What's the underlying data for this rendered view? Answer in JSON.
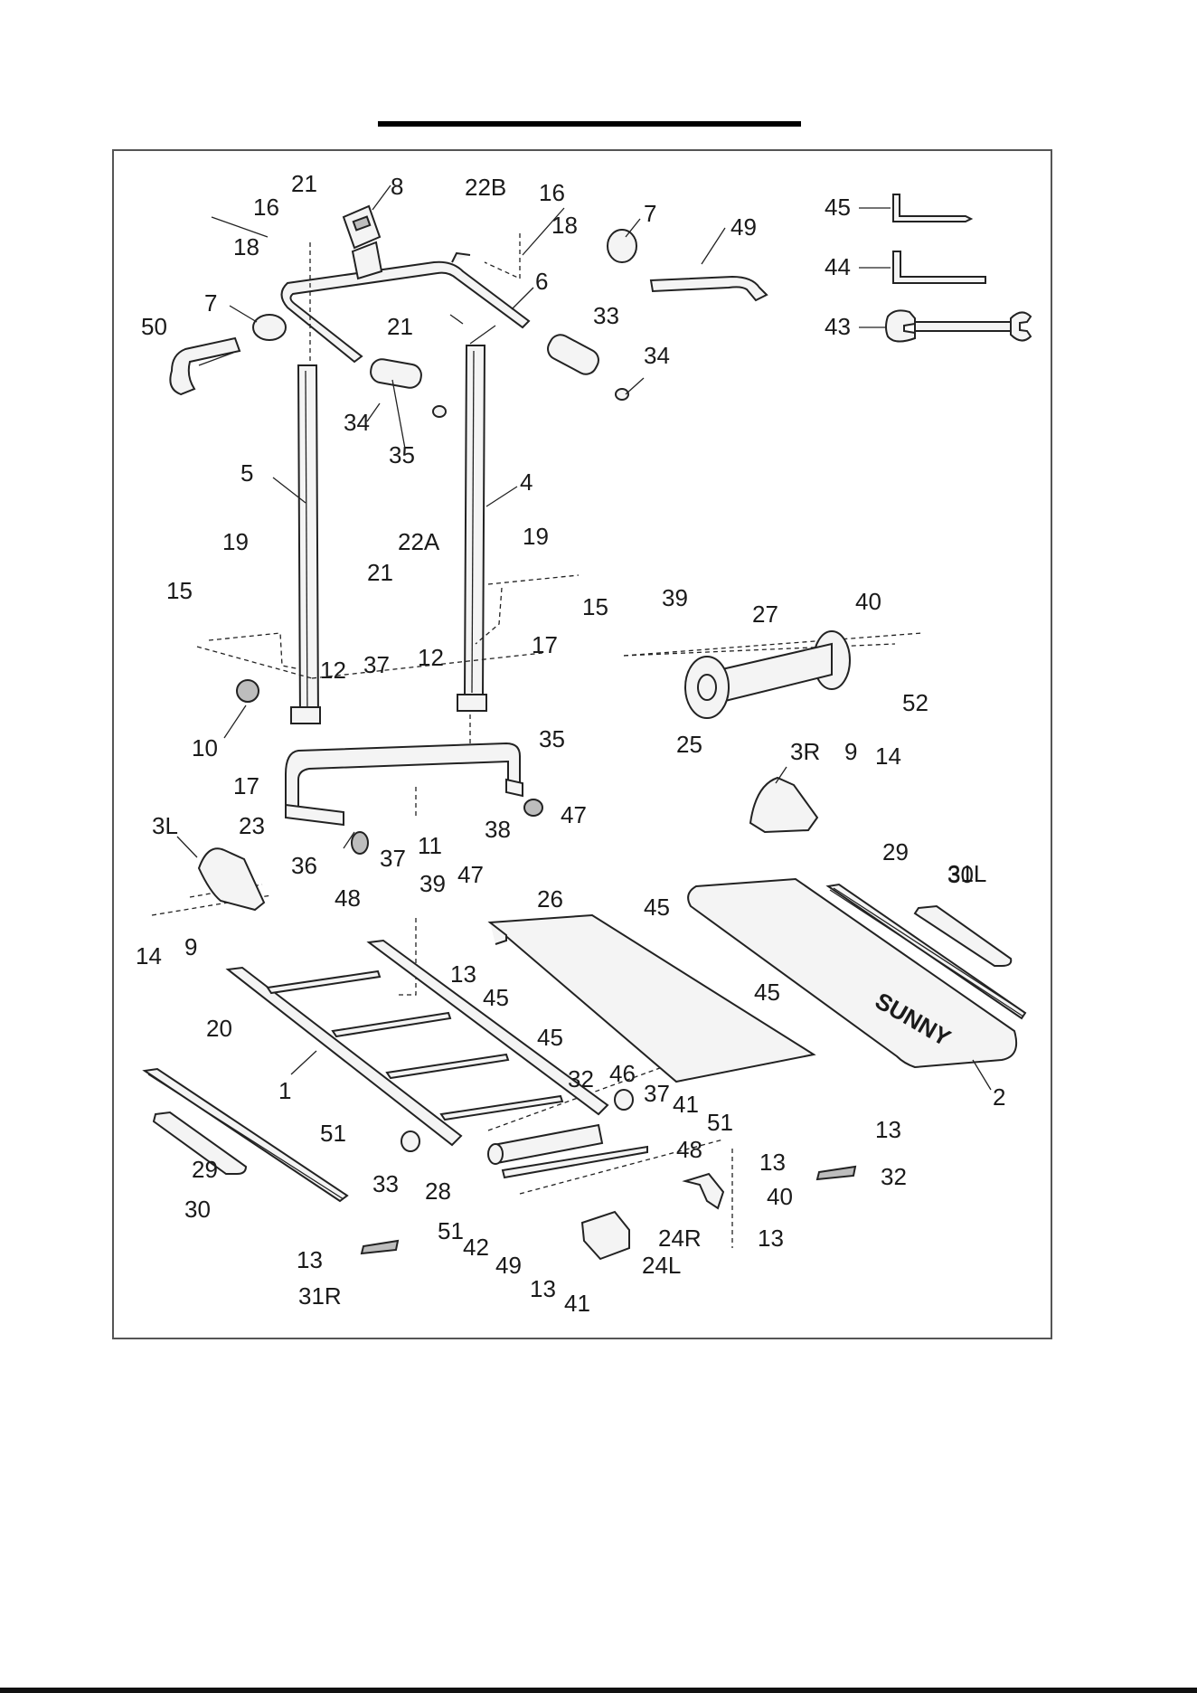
{
  "diagram": {
    "brand_text": "SUNNY",
    "callouts": [
      "1",
      "2",
      "3L",
      "3R",
      "4",
      "5",
      "6",
      "7",
      "7",
      "8",
      "9",
      "9",
      "10",
      "11",
      "12",
      "12",
      "13",
      "13",
      "13",
      "13",
      "13",
      "13",
      "14",
      "14",
      "15",
      "15",
      "16",
      "16",
      "17",
      "17",
      "18",
      "18",
      "19",
      "19",
      "20",
      "21",
      "21",
      "21",
      "22A",
      "22B",
      "23",
      "24L",
      "24R",
      "25",
      "26",
      "27",
      "28",
      "29",
      "29",
      "30",
      "30",
      "31L",
      "31R",
      "32",
      "32",
      "33",
      "33",
      "34",
      "34",
      "35",
      "35",
      "36",
      "37",
      "37",
      "37",
      "38",
      "39",
      "39",
      "40",
      "40",
      "41",
      "41",
      "42",
      "43",
      "44",
      "45",
      "45",
      "45",
      "45",
      "45",
      "46",
      "47",
      "47",
      "48",
      "48",
      "49",
      "49",
      "50",
      "51",
      "51",
      "51",
      "52"
    ],
    "tools": [
      {
        "number": "44",
        "icon": "hex-key-short-icon"
      },
      {
        "number": "43",
        "icon": "hex-key-long-icon"
      },
      {
        "number": "42",
        "icon": "open-end-wrench-icon"
      }
    ]
  }
}
